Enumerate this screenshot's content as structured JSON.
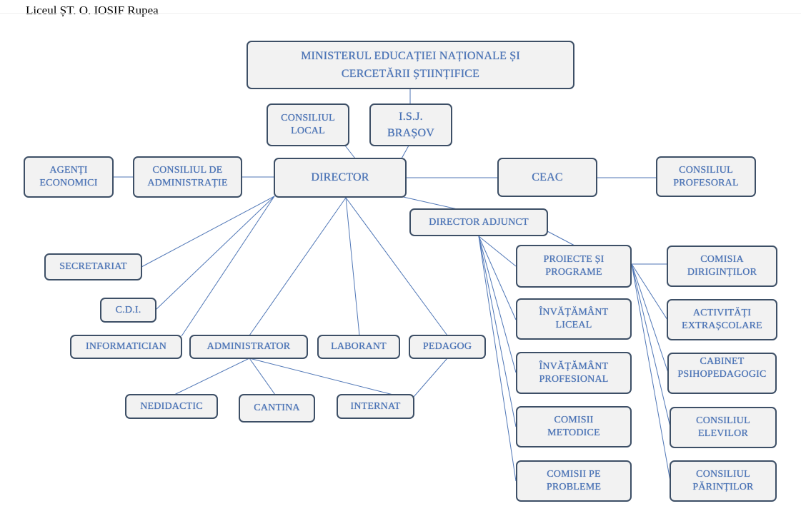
{
  "header": {
    "title": "Liceul ȘT. O. IOSIF Rupea"
  },
  "colors": {
    "box_fill": "#f2f2f2",
    "box_border": "#3d4f66",
    "text": "#4a74b8",
    "line": "#4f76b6"
  },
  "org": {
    "ministry": "MINISTERUL EDUCAȚIEI NAȚIONALE ȘI CERCETĂRII ȘTIINȚIFICE",
    "consiliul_local": "CONSILIUL LOCAL",
    "isj": "I.S.J. BRAȘOV",
    "agenti": "AGENȚI ECONOMICI",
    "consiliul_admin": "CONSILIUL DE ADMINISTRAȚIE",
    "director": "DIRECTOR",
    "ceac": "CEAC",
    "consiliul_profesoral": "CONSILIUL PROFESORAL",
    "director_adjunct": "DIRECTOR ADJUNCT",
    "secretariat": "SECRETARIAT",
    "cdi": "C.D.I.",
    "informatician": "INFORMATICIAN",
    "administrator": "ADMINISTRATOR",
    "laborant": "LABORANT",
    "pedagog": "PEDAGOG",
    "nedidactic": "NEDIDACTIC",
    "cantina": "CANTINA",
    "internat": "INTERNAT",
    "proiecte": "PROIECTE ȘI PROGRAME",
    "inv_liceal": "ÎNVĂȚĂMÂNT LICEAL",
    "inv_profesional": "ÎNVĂȚĂMÂNT PROFESIONAL",
    "comisii_metodice": "COMISII METODICE",
    "comisii_probleme": "COMISII PE PROBLEME",
    "comisia_dirigintilor": "COMISIA DIRIGINȚILOR",
    "activitati": "ACTIVITĂȚI EXTRAȘCOLARE",
    "cabinet": "CABINET PSIHOPEDAGOGIC",
    "consiliul_elevilor": "CONSILIUL ELEVILOR",
    "consiliul_parintilor": "CONSILIUL PĂRINȚILOR"
  }
}
